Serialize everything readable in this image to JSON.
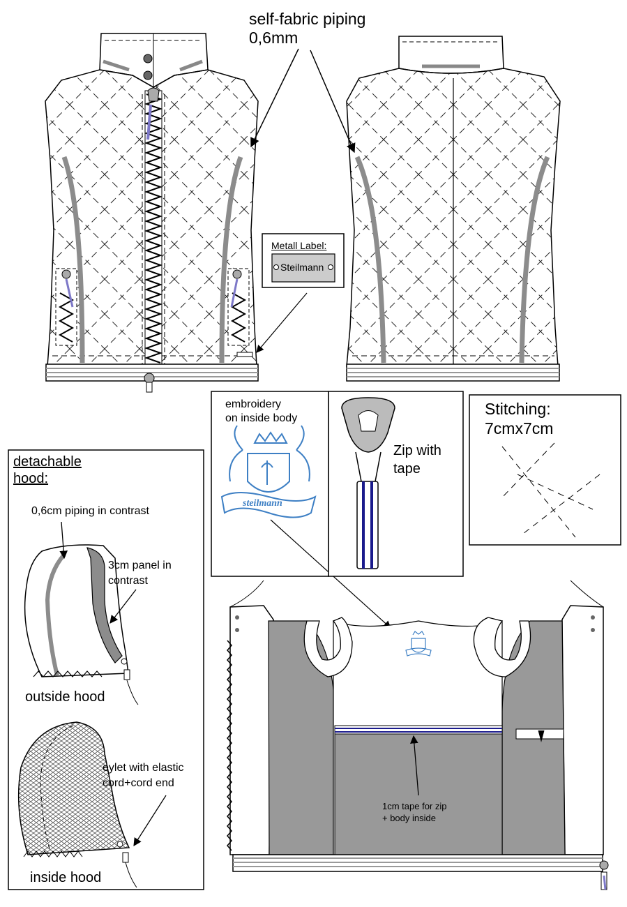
{
  "annotations": {
    "piping_title_line1": "self-fabric piping",
    "piping_title_line2": "0,6mm",
    "metal_label_title": "Metall Label:",
    "metal_label_brand": "Steilmann",
    "embroidery_line1": "embroidery",
    "embroidery_line2": "on inside body",
    "embroidery_logo_text": "steilmann",
    "zip_line1": "Zip with",
    "zip_line2": "tape",
    "stitching_line1": "Stitching:",
    "stitching_line2": "7cmx7cm",
    "hood_title_line1": "detachable",
    "hood_title_line2": "hood:",
    "hood_piping": "0,6cm piping in contrast",
    "hood_panel_line1": "3cm panel in",
    "hood_panel_line2": "contrast",
    "outside_hood": "outside hood",
    "eyelet_line1": "eylet with elastic",
    "eyelet_line2": "cord+cord end",
    "inside_hood": "inside hood",
    "tape_line1": "1cm tape for zip",
    "tape_line2": "+ body inside"
  },
  "colors": {
    "piping_gray": "#8c8c8c",
    "lining_gray": "#999999",
    "embroidery_blue": "#3d7fc4",
    "tape_navy": "#1a1a8c",
    "zip_puller_violet": "#7d78c8"
  }
}
